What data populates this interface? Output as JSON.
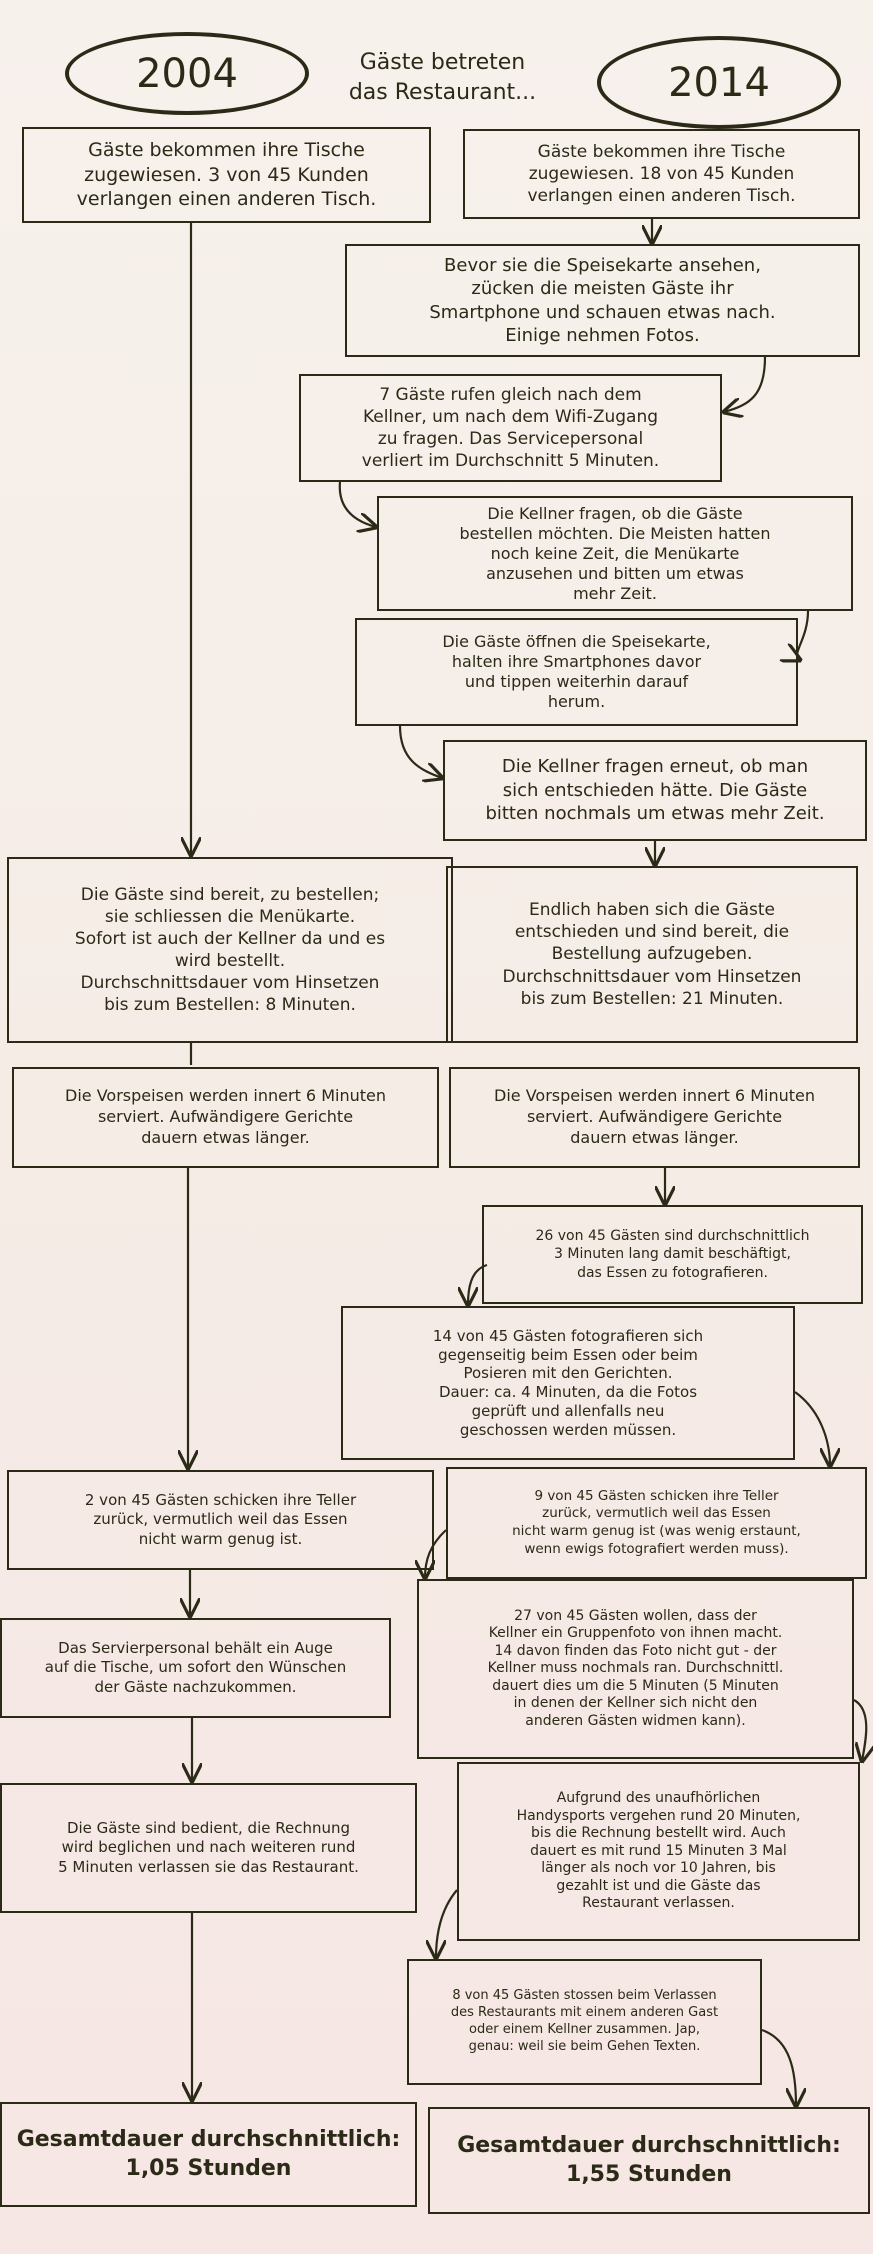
{
  "header": {
    "left_year": "2004",
    "right_year": "2014",
    "title": "Gäste betreten\ndas Restaurant..."
  },
  "left": [
    "Gäste bekommen ihre Tische\nzugewiesen. 3 von 45 Kunden\nverlangen einen anderen Tisch.",
    "Die Gäste sind bereit, zu bestellen;\nsie schliessen die Menükarte.\nSofort ist auch der Kellner da und es\nwird bestellt.\nDurchschnittsdauer vom Hinsetzen\nbis zum Bestellen: 8 Minuten.",
    "Die Vorspeisen werden innert 6 Minuten\nserviert. Aufwändigere Gerichte\ndauern etwas länger.",
    "2 von 45 Gästen schicken ihre Teller\nzurück, vermutlich weil das Essen\nnicht warm genug ist.",
    "Das Servierpersonal behält ein Auge\nauf die Tische, um sofort den Wünschen\nder Gäste nachzukommen.",
    "Die Gäste sind bedient, die Rechnung\nwird beglichen und nach weiteren rund\n5 Minuten verlassen sie das Restaurant.",
    "Gesamtdauer durchschnittlich:\n1,05 Stunden"
  ],
  "right": [
    "Gäste bekommen ihre Tische\nzugewiesen. 18 von 45 Kunden\nverlangen einen anderen Tisch.",
    "Bevor sie die Speisekarte ansehen,\nzücken die meisten Gäste ihr\nSmartphone und schauen etwas nach.\nEinige nehmen Fotos.",
    "7 Gäste rufen gleich nach dem\nKellner, um nach dem Wifi-Zugang\nzu fragen. Das Servicepersonal\nverliert im Durchschnitt 5 Minuten.",
    "Die Kellner fragen, ob die Gäste\nbestellen möchten. Die Meisten hatten\nnoch keine Zeit, die Menükarte\nanzusehen und bitten um etwas\nmehr Zeit.",
    "Die Gäste öffnen die Speisekarte,\nhalten ihre Smartphones davor\nund tippen weiterhin darauf\nherum.",
    "Die Kellner fragen erneut, ob man\nsich entschieden hätte. Die Gäste\nbitten nochmals um etwas mehr Zeit.",
    "Endlich haben sich die Gäste\nentschieden und sind bereit, die\nBestellung aufzugeben.\nDurchschnittsdauer vom Hinsetzen\nbis zum Bestellen: 21 Minuten.",
    "Die Vorspeisen werden innert 6 Minuten\nserviert. Aufwändigere Gerichte\ndauern etwas länger.",
    "26 von 45 Gästen sind durchschnittlich\n3 Minuten lang damit beschäftigt,\ndas Essen zu fotografieren.",
    "14 von 45 Gästen fotografieren sich\ngegenseitig beim Essen oder beim\nPosieren mit den Gerichten.\nDauer: ca. 4 Minuten, da die Fotos\ngeprüft und allenfalls neu\ngeschossen werden müssen.",
    "9 von 45 Gästen schicken ihre Teller\nzurück, vermutlich weil das Essen\nnicht warm genug ist (was wenig erstaunt,\nwenn ewigs fotografiert werden muss).",
    "27 von 45 Gästen wollen, dass der\nKellner ein Gruppenfoto von ihnen macht.\n14 davon finden das Foto nicht gut - der\nKellner muss nochmals ran. Durchschnittl.\ndauert dies um die 5 Minuten (5 Minuten\nin denen der Kellner sich nicht den\nanderen Gästen widmen kann).",
    "Aufgrund des unaufhörlichen\nHandysports vergehen rund 20 Minuten,\nbis die Rechnung bestellt wird. Auch\ndauert es mit rund 15 Minuten 3 Mal\nlänger als noch vor 10 Jahren, bis\ngezahlt ist und die Gäste das\nRestaurant verlassen.",
    "8 von 45 Gästen stossen beim Verlassen\ndes Restaurants mit einem anderen Gast\noder einem Kellner zusammen. Jap,\ngenau: weil sie beim Gehen Texten.",
    "Gesamtdauer durchschnittlich:\n1,55 Stunden"
  ],
  "colors": {
    "ink": "#2b2a17",
    "paper": "#f6ede8"
  }
}
